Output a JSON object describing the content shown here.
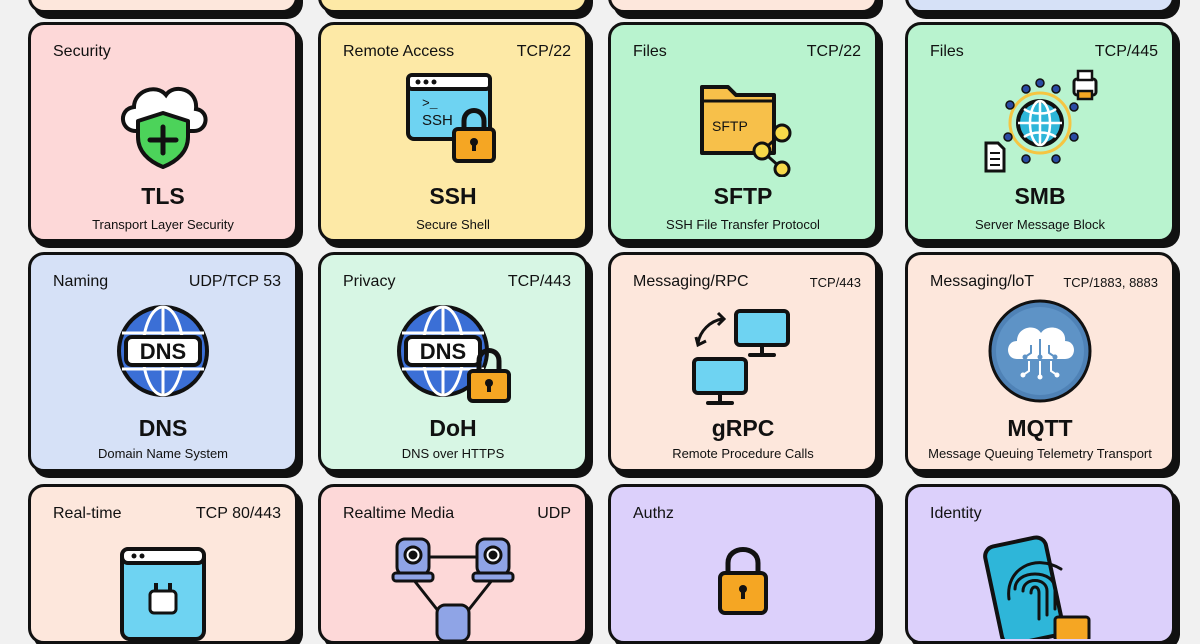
{
  "cards": [
    {
      "category": "Security",
      "port": "",
      "name": "TLS",
      "desc": "Transport Layer Security",
      "color": "#fdd8d8",
      "icon": "cloud-shield-icon"
    },
    {
      "category": "Remote Access",
      "port": "TCP/22",
      "name": "SSH",
      "desc": "Secure Shell",
      "color": "#fde9a6",
      "icon": "terminal-lock-icon"
    },
    {
      "category": "Files",
      "port": "TCP/22",
      "name": "SFTP",
      "desc": "SSH File Transfer Protocol",
      "color": "#b9f3cf",
      "icon": "folder-share-icon"
    },
    {
      "category": "Files",
      "port": "TCP/445",
      "name": "SMB",
      "desc": "Server Message Block",
      "color": "#b9f3cf",
      "icon": "network-globe-icon"
    },
    {
      "category": "Naming",
      "port": "UDP/TCP 53",
      "name": "DNS",
      "desc": "Domain Name System",
      "color": "#d6e1f7",
      "icon": "dns-globe-icon"
    },
    {
      "category": "Privacy",
      "port": "TCP/443",
      "name": "DoH",
      "desc": "DNS over HTTPS",
      "color": "#d7f6e4",
      "icon": "dns-lock-icon"
    },
    {
      "category": "Messaging/RPC",
      "port": "TCP/443",
      "name": "gRPC",
      "desc": "Remote Procedure Calls",
      "color": "#fde7dc",
      "icon": "computers-exchange-icon"
    },
    {
      "category": "Messaging/loT",
      "port": "TCP/1883, 8883",
      "name": "MQTT",
      "desc": "Message Queuing Telemetry Transport",
      "color": "#fde7dc",
      "icon": "iot-cloud-icon"
    },
    {
      "category": "Real-time",
      "port": "TCP 80/443",
      "name": "",
      "desc": "",
      "color": "#fde7dc",
      "icon": "browser-plug-icon"
    },
    {
      "category": "Realtime Media",
      "port": "UDP",
      "name": "",
      "desc": "",
      "color": "#fdd8d8",
      "icon": "webcams-network-icon"
    },
    {
      "category": "Authz",
      "port": "",
      "name": "",
      "desc": "",
      "color": "#dcd0fb",
      "icon": "padlock-icon"
    },
    {
      "category": "Identity",
      "port": "",
      "name": "",
      "desc": "",
      "color": "#dcd0fb",
      "icon": "fingerprint-phone-icon"
    }
  ],
  "icon_text": {
    "ssh_prompt": ">_",
    "ssh_label": "SSH",
    "sftp_label": "SFTP",
    "dns_label": "DNS",
    "doh_label": "DNS"
  }
}
